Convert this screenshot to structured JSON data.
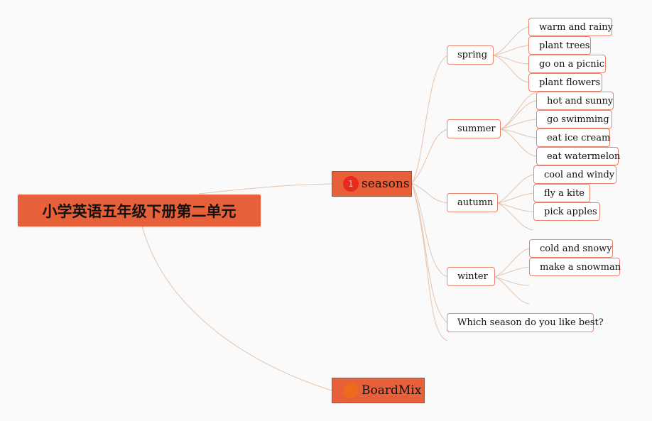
{
  "root": {
    "title": "小学英语五年级下册第二单元"
  },
  "topics": [
    {
      "label": "seasons",
      "badge": "1",
      "children": [
        {
          "label": "spring",
          "items": [
            "warm and rainy",
            "plant trees",
            "go on a picnic",
            "plant flowers"
          ]
        },
        {
          "label": "summer",
          "items": [
            "hot and sunny",
            "go swimming",
            "eat ice cream",
            "eat watermelon"
          ]
        },
        {
          "label": "autumn",
          "items": [
            "cool and windy",
            "fly a kite",
            "pick apples"
          ]
        },
        {
          "label": "winter",
          "items": [
            "cold and snowy",
            "make a snowman"
          ]
        },
        {
          "label": "Which season do you like best?",
          "items": []
        }
      ]
    },
    {
      "label": "BoardMix",
      "badge": "",
      "children": []
    }
  ],
  "colors": {
    "node_fill": "#e8603a",
    "node_border": "#e8826a",
    "connector": "#e5c3ac",
    "badge_red": "#e62a1e",
    "badge_orange": "#ee6a1c"
  }
}
